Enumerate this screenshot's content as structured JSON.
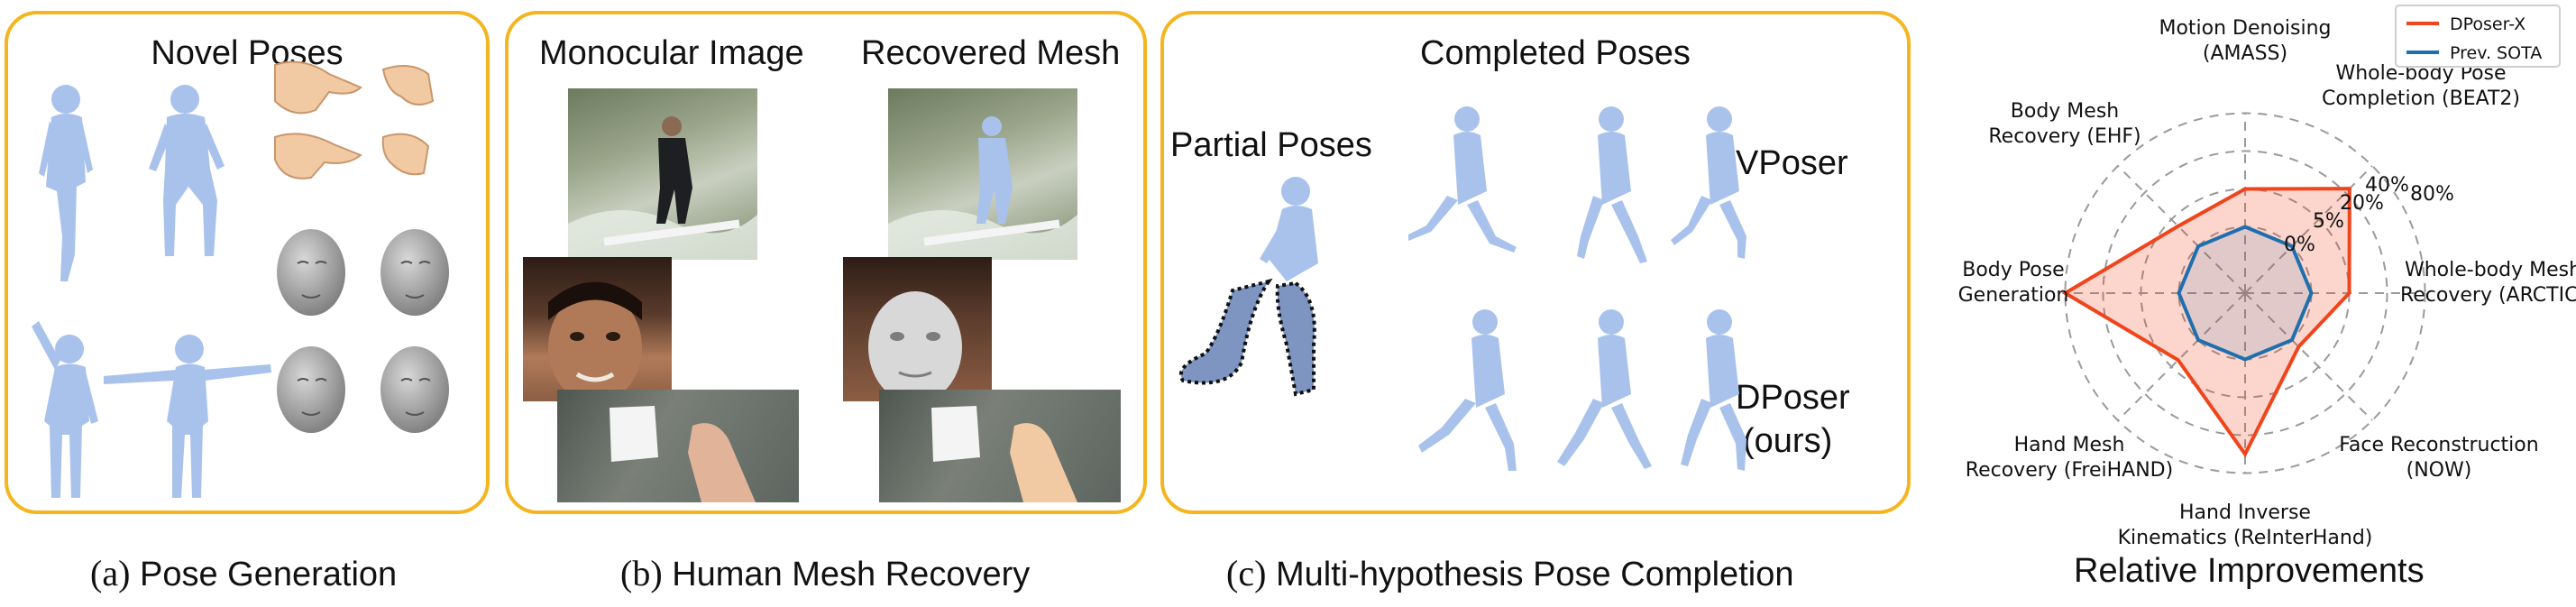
{
  "figure": {
    "panel_a": {
      "title": "Novel Poses",
      "caption_label": "(a)",
      "caption_text": "Pose Generation"
    },
    "panel_b": {
      "left_header": "Monocular Image",
      "right_header": "Recovered Mesh",
      "caption_label": "(b)",
      "caption_text": "Human Mesh Recovery"
    },
    "panel_c": {
      "title": "Completed Poses",
      "partial_label": "Partial Poses",
      "row1_label": "VPoser",
      "row2_label_line1": "DPoser",
      "row2_label_line2": "(ours)",
      "caption_label": "(c)",
      "caption_text": "Multi-hypothesis Pose Completion"
    },
    "panel_d": {
      "caption_text": "Relative Improvements"
    }
  },
  "colors": {
    "frame": "#f3b520",
    "body_mesh": "#a9c2ec",
    "hand_mesh": "#f1c9a3",
    "face_mesh": "#9a9a9a",
    "dposer_x": "#f0441c",
    "prev_sota": "#1f6fae"
  },
  "chart_data": {
    "type": "radar",
    "title": "Relative Improvements",
    "axes": [
      {
        "line1": "Motion Denoising",
        "line2": "(AMASS)"
      },
      {
        "line1": "Whole-body Pose",
        "line2": "Completion (BEAT2)"
      },
      {
        "line1": "Whole-body Mesh",
        "line2": "Recovery (ARCTIC)"
      },
      {
        "line1": "Face Reconstruction",
        "line2": "(NOW)"
      },
      {
        "line1": "Hand Inverse",
        "line2": "Kinematics (ReInterHand)"
      },
      {
        "line1": "Hand Mesh",
        "line2": "Recovery (FreiHAND)"
      },
      {
        "line1": "Body Pose",
        "line2": "Generation"
      },
      {
        "line1": "Body Mesh",
        "line2": "Recovery (EHF)"
      }
    ],
    "ring_labels": [
      "0%",
      "5%",
      "20%",
      "40%",
      "80%"
    ],
    "series": [
      {
        "name": "DPoser-X",
        "color": "#f0441c",
        "values": [
          0.55,
          0.78,
          0.55,
          0.4,
          0.85,
          0.5,
          0.95,
          0.5
        ]
      },
      {
        "name": "Prev. SOTA",
        "color": "#1f6fae",
        "values": [
          0.35,
          0.35,
          0.35,
          0.35,
          0.35,
          0.35,
          0.35,
          0.35
        ]
      }
    ],
    "legend_position": "top-right",
    "grid": true
  }
}
